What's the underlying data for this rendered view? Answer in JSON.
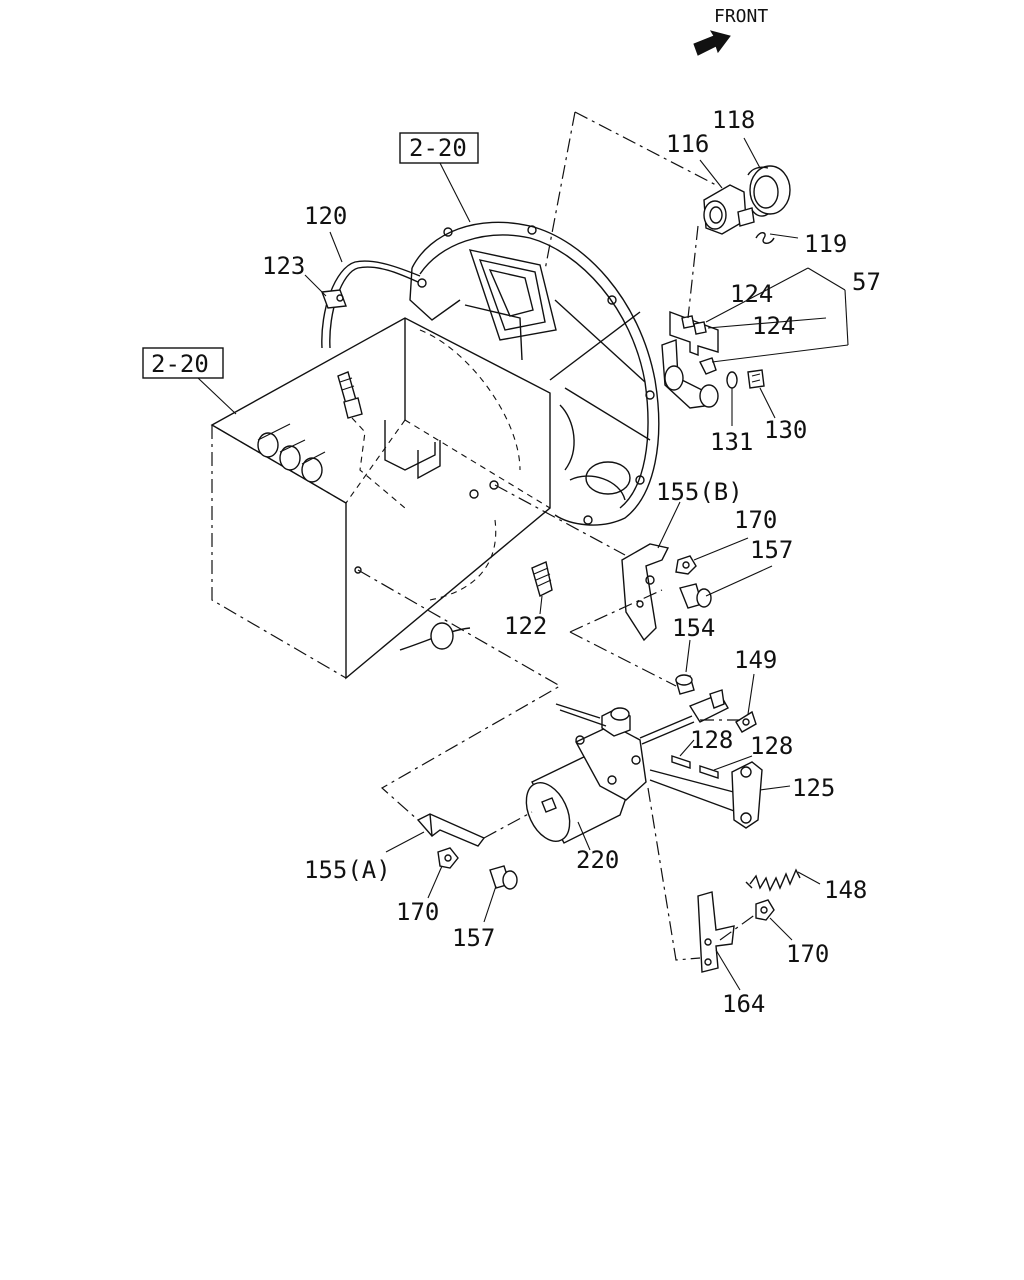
{
  "front_label": "FRONT",
  "references": [
    "2-20",
    "2-20"
  ],
  "callouts": {
    "p116": "116",
    "p118": "118",
    "p119": "119",
    "p57": "57",
    "p124a": "124",
    "p124b": "124",
    "p120": "120",
    "p123": "123",
    "p131": "131",
    "p130": "130",
    "p155b": "155(B)",
    "p170a": "170",
    "p157a": "157",
    "p122": "122",
    "p154": "154",
    "p149": "149",
    "p128a": "128",
    "p128b": "128",
    "p125": "125",
    "p220": "220",
    "p155a": "155(A)",
    "p170b": "170",
    "p157b": "157",
    "p148": "148",
    "p170c": "170",
    "p164": "164"
  }
}
